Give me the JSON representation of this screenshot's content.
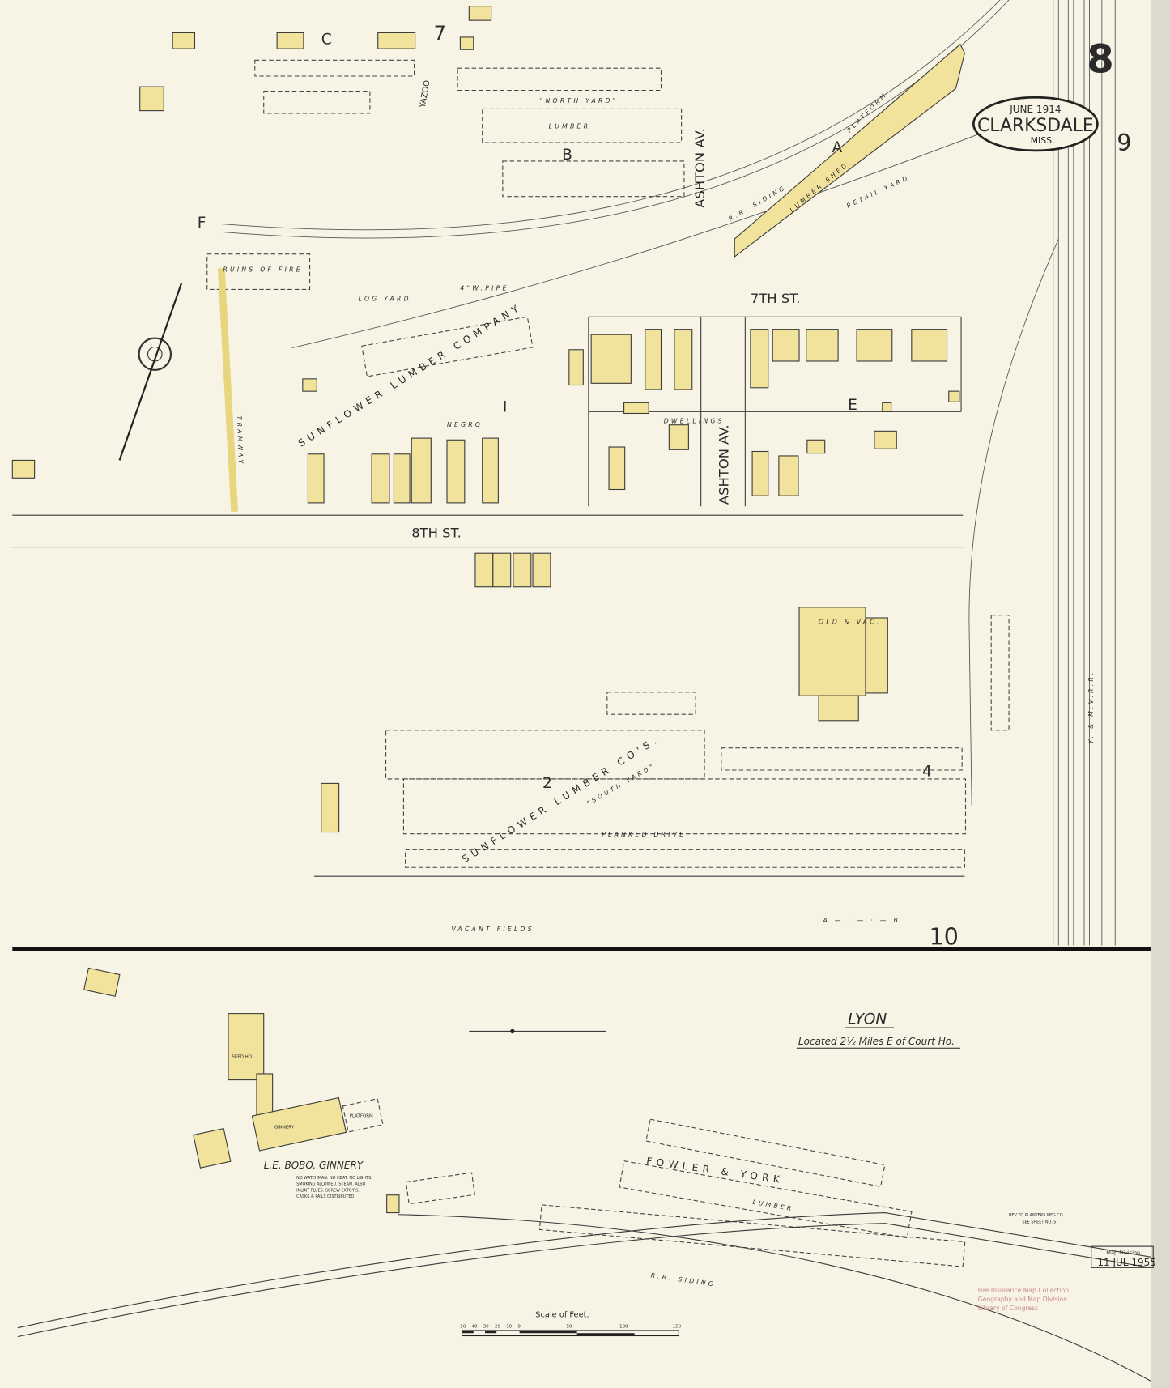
{
  "sheet": {
    "number": "8",
    "adjacent_right": "9",
    "adjacent_bottom": "10",
    "adjacent_top": "7"
  },
  "title_cartouche": {
    "date": "JUNE 1914",
    "city": "CLARKSDALE",
    "state": "MISS."
  },
  "colors": {
    "paper": "#f7f4e6",
    "frame_building": "#f1e29c",
    "ink": "#2a2a2a",
    "stamp_red": "#c98a8a"
  },
  "streets": {
    "eighth": "8TH ST.",
    "seventh": "7TH ST.",
    "ashton_upper": "ASHTON AV.",
    "ashton_lower": "ASHTON AV.",
    "yazoo": "YAZOO",
    "ymv": "Y. & M.V.R.R."
  },
  "blocks": {
    "a": "A",
    "b": "B",
    "c": "C",
    "e": "E",
    "f": "F",
    "i": "I",
    "two": "2",
    "four": "4"
  },
  "labels": {
    "company_north": "SUNFLOWER LUMBER COMPANY",
    "company_south": "SUNFLOWER LUMBER CO'S.",
    "north_yard": "\"NORTH YARD\"",
    "south_yard": "\"SOUTH YARD\"",
    "log_yard": "LOG YARD",
    "ruins": "RUINS OF FIRE",
    "tramway": "TRAMWAY",
    "negro_dwellings_1": "NEGRO",
    "negro_dwellings_2": "DWELLINGS",
    "lumber": "LUMBER",
    "planked_drive": "PLANKED DRIVE",
    "vacant_fields": "VACANT FIELDS",
    "retail_yard": "RETAIL YARD",
    "lumber_shed": "LUMBER SHED",
    "platform": "PLATFORM",
    "rr_siding": "R.R. SIDING",
    "old_vac": "OLD & VAC.",
    "section_line": "A — · — · — B",
    "pipe": "4\"W.PIPE"
  },
  "lyon": {
    "title": "LYON",
    "subtitle": "Located 2½ Miles E of Court Ho.",
    "ginnery_name": "L.E. BOBO. GINNERY",
    "ginnery_notes": [
      "NO WATCHMAN. NO HEAT. NO LIGHTS.",
      "SMOKING ALLOWED. STEAM. ALSO",
      "INLINT FLUES. SCREW EXTG'RS.",
      "CASKS & PAILS DISTRIBUTED."
    ],
    "ginnery": "GINNERY",
    "seed_house": "SEED HO.",
    "platform": "PLATFORM",
    "fowler_york": "FOWLER & YORK",
    "lumber": "LUMBER",
    "rr_siding": "R.R. SIDING",
    "note_planters": [
      "BEV TO PLANTERS MFG CO.",
      "SEE SHEET NO. 5"
    ]
  },
  "scale": {
    "title": "Scale of Feet.",
    "ticks": [
      "50",
      "40",
      "30",
      "20",
      "10",
      "0",
      "50",
      "100",
      "150"
    ]
  },
  "stamps": {
    "received_header": "Map Division",
    "received_date": "11 JUL 1955",
    "loc_lines": [
      "Fire Insurance Map Collection",
      "Geography and Map Division",
      "Library of Congress"
    ]
  }
}
